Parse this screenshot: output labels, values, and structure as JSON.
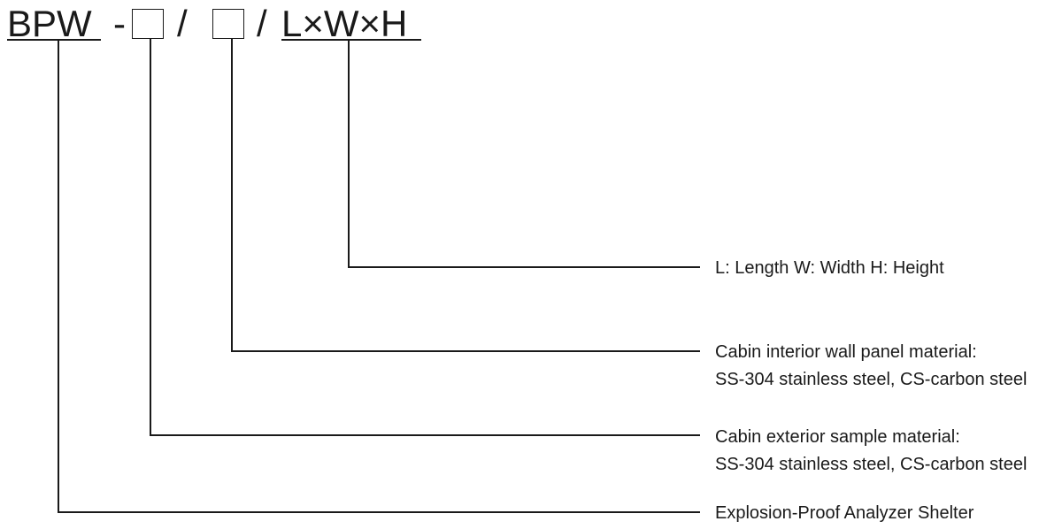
{
  "code": {
    "prefix": "BPW",
    "dash": "-",
    "slash1": "/",
    "slash2": "/",
    "dimensions": "L×W×H"
  },
  "descriptions": {
    "dimensions": "L: Length  W: Width  H: Height",
    "interior_title": "Cabin interior wall panel material:",
    "interior_options": "SS-304 stainless steel, CS-carbon steel",
    "exterior_title": "Cabin exterior sample material:",
    "exterior_options": "SS-304 stainless steel, CS-carbon steel",
    "product": "Explosion-Proof Analyzer Shelter"
  },
  "colors": {
    "ink": "#1a1a1a",
    "background": "#ffffff"
  }
}
